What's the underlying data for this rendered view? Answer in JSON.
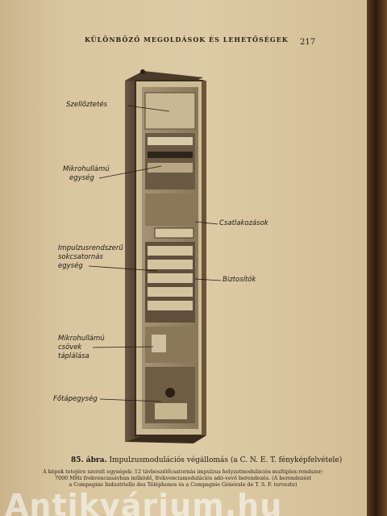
{
  "header": {
    "title": "KÜLÖNBÖZŐ MEGOLDÁSOK ÉS LEHETŐSÉGEK",
    "page_number": "217"
  },
  "figure_labels": {
    "szelloztetes": "Szellőztetés",
    "mikrohullamu_line1": "Mikrohullámú",
    "mikrohullamu_line2": "egység",
    "csatlakozasok": "Csatlakozások",
    "impulzus_line1": "Impulzusrendszerű",
    "impulzus_line2": "sokcsatornás",
    "impulzus_line3": "egység",
    "biztositok": "Biztosítók",
    "csovek_line1": "Mikrohullámú",
    "csovek_line2": "csövek",
    "csovek_line3": "táplálása",
    "fotapegyseg": "Főtápegység"
  },
  "caption": {
    "number": "85. ábra.",
    "text": "Impulzusmodulációs végállomás (a C. N. E. T. fényképfelvétele)"
  },
  "note": {
    "line1": "A képek tetejére szerelt egységek: 12 távbeszélőcsatornás impulzus helyzetmodulációs multiplex-rendszer;",
    "line2": "7000 MHz frekvenciasávban működő, frekvenciamodulációs adó-vevő berendezés. (A berendezést",
    "line3": "a Compagnie Industrielle des Téléphones és a Compagnie Générale de T. S. F. tervezte)"
  },
  "watermark": "Antikvárium.hu"
}
